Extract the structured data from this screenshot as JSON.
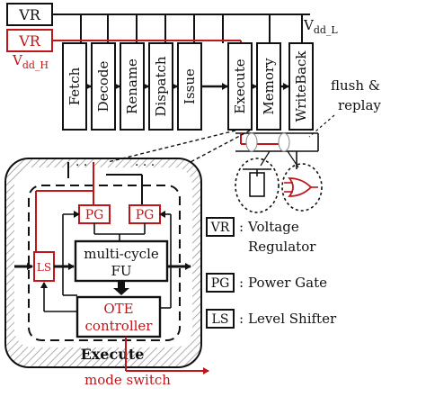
{
  "regulators": {
    "vr_low_label": "VR",
    "vr_high_label": "VR",
    "vdd_low_label": "V",
    "vdd_low_sub": "dd_L",
    "vdd_high_label": "V",
    "vdd_high_sub": "dd_H"
  },
  "pipeline": {
    "stages": [
      "Fetch",
      "Decode",
      "Rename",
      "Dispatch",
      "Issue",
      "Execute",
      "Memory",
      "WriteBack"
    ],
    "flush_label_line1": "flush &",
    "flush_label_line2": "replay"
  },
  "execute_unit": {
    "title": "Execute",
    "pg_left": "PG",
    "pg_right": "PG",
    "ls": "LS",
    "fu_line1": "multi-cycle",
    "fu_line2": "FU",
    "ote_line1": "OTE",
    "ote_line2": "controller",
    "mode_switch": "mode switch"
  },
  "legend": [
    {
      "abbr": "VR",
      "sep": ":",
      "text_line1": "Voltage",
      "text_line2": "Regulator"
    },
    {
      "abbr": "PG",
      "sep": ":",
      "text_line1": "Power Gate",
      "text_line2": ""
    },
    {
      "abbr": "LS",
      "sep": ":",
      "text_line1": "Level Shifter",
      "text_line2": ""
    }
  ],
  "colors": {
    "accent_red": "#c0161a",
    "ink": "#111111",
    "hatch": "#9a9a9a"
  }
}
